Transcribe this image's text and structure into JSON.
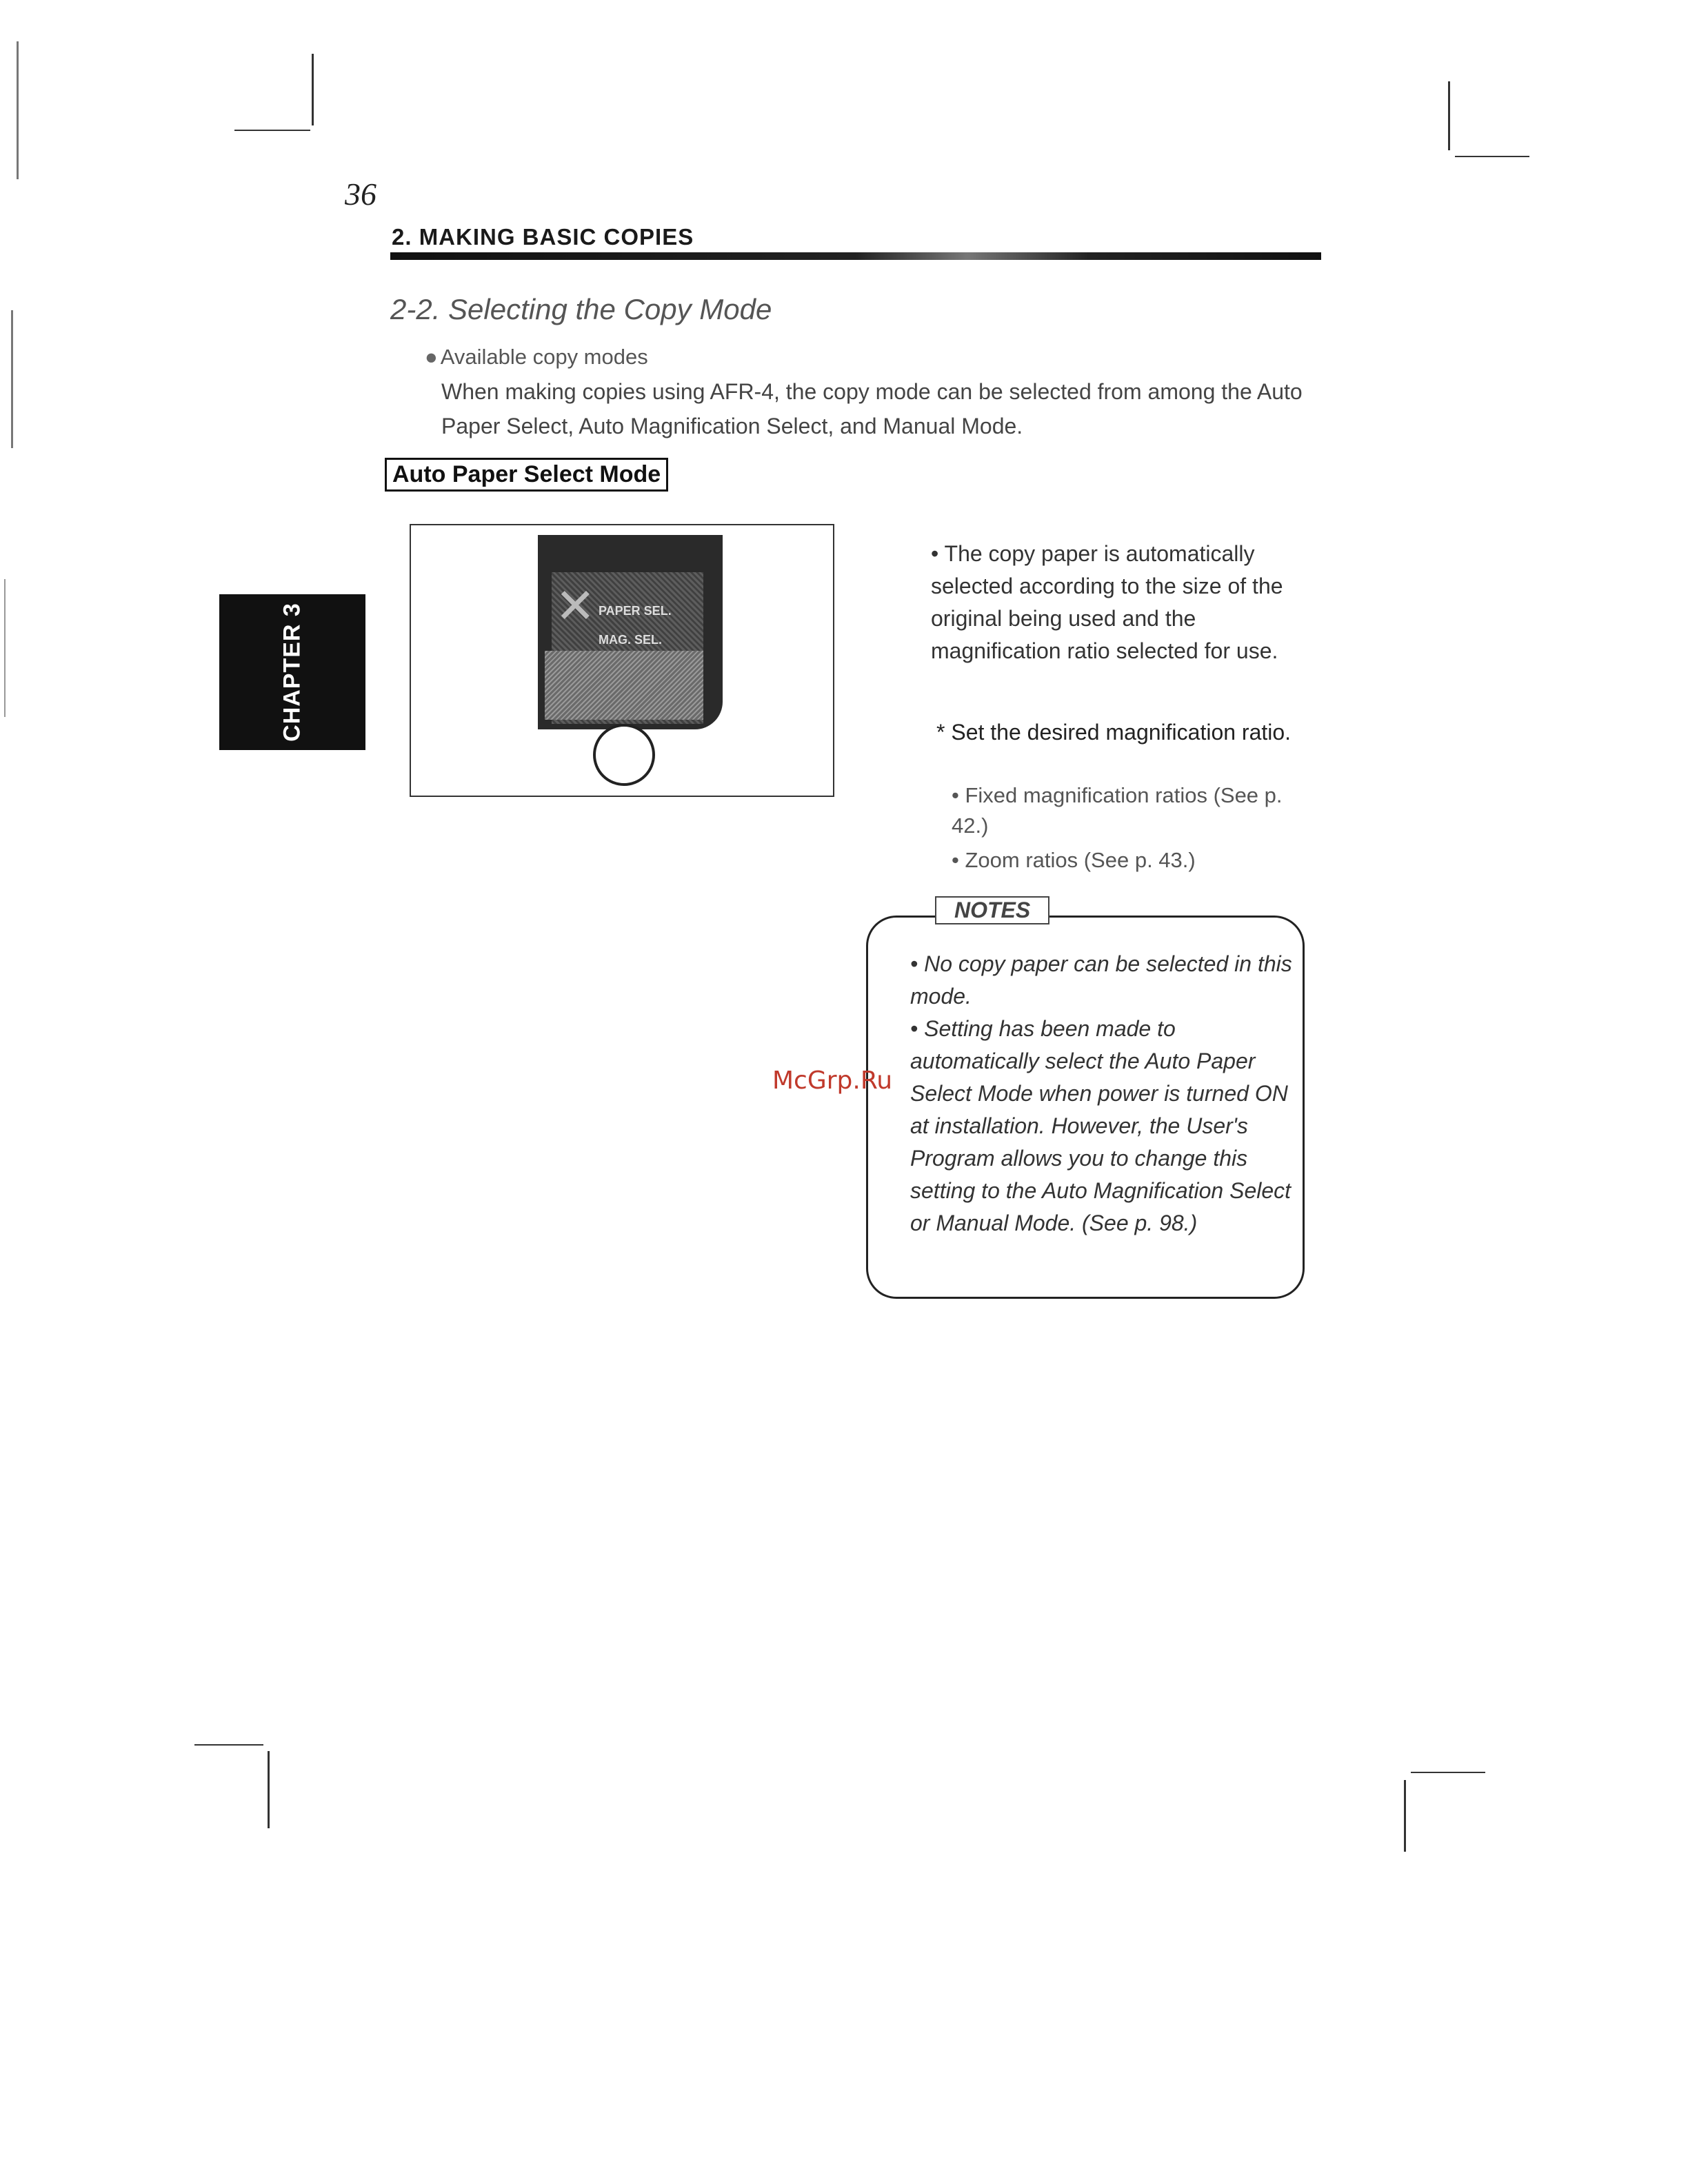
{
  "page_number": "36",
  "section_header": "2. MAKING BASIC COPIES",
  "section_title": "2-2. Selecting the Copy Mode",
  "bullet_heading": "Available copy modes",
  "intro": "When making copies using AFR-4, the copy mode can be selected from among the Auto Paper Select, Auto Magnification Select, and Manual Mode.",
  "mode_label": "Auto Paper Select Mode",
  "figure": {
    "panel_labels": [
      "PAPER SEL.",
      "MAG. SEL."
    ]
  },
  "description": "• The copy paper is automatically selected according to the size of the original being used and the magnification ratio selected for use.",
  "instruction": "* Set the desired magnification ratio.",
  "sub_items": [
    "• Fixed magnification ratios (See p. 42.)",
    "• Zoom ratios (See p. 43.)"
  ],
  "notes": {
    "label": "NOTES",
    "items": [
      "• No copy paper can be selected in this mode.",
      "• Setting has been made to automatically select the Auto Paper Select Mode when power is turned ON at installation. However, the User's Program allows you to change this setting to the Auto Magnification Select or Manual Mode. (See p. 98.)"
    ]
  },
  "chapter_tab": "CHAPTER 3",
  "watermark": "McGrp.Ru"
}
